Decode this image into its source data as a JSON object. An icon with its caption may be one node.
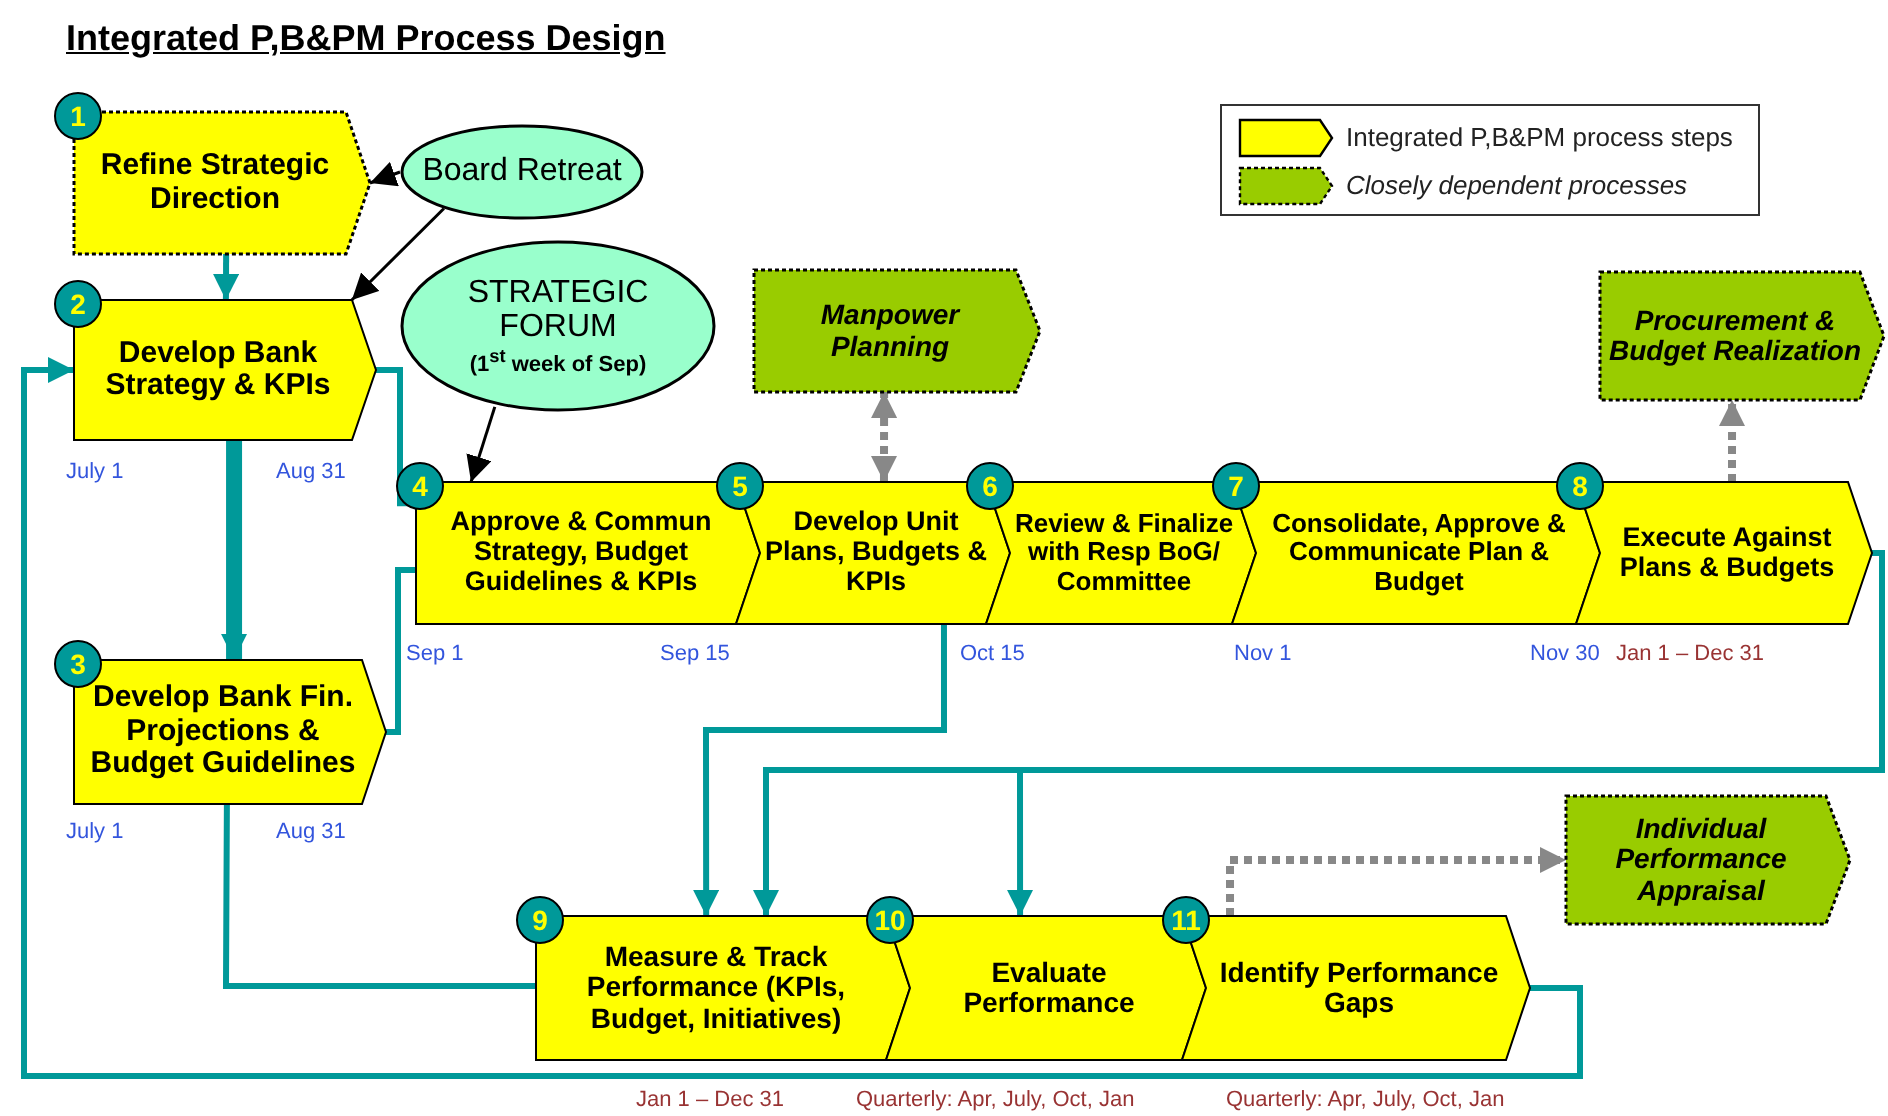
{
  "diagram": {
    "title": "Integrated P,B&PM Process Design",
    "nodes": [
      {
        "text": [
          "1",
          "Refine Strategic Direction"
        ]
      },
      {
        "text": [
          "Board Retreat"
        ]
      },
      {
        "text": [
          "2",
          "Develop Bank Strategy & KPIs"
        ],
        "beside": [
          "July 1",
          "Aug 31"
        ]
      },
      {
        "text": [
          "STRATEGIC FORUM",
          "(1$^{st}$ week of Sep)"
        ]
      },
      {
        "text": [
          "Manpower Planning"
        ]
      },
      {
        "text": [
          "3",
          "Develop Bank Fin. Projections & Budget Guidelines"
        ],
        "beside": [
          "July 1",
          "Aug 31"
        ]
      },
      {
        "text": [
          "4",
          "Approve & Commun Strategy, Budget Guidelines & KPIs"
        ],
        "beside": [
          "Sep 1",
          "Sep 15"
        ]
      },
      {
        "text": [
          "5",
          "Develop Unit Plans, Budgets & KPIs"
        ]
      },
      {
        "text": [
          "6",
          "Review & Finalize with Resp BoG/ Committee"
        ],
        "beside": [
          "Oct 15"
        ]
      },
      {
        "text": [
          "7",
          "Consolidate, Approve & Communicate Plan & Budget"
        ],
        "beside": [
          "Nov 1",
          "Nov 30"
        ]
      },
      {
        "text": [
          "Procurement & Budget Realization"
        ]
      },
      {
        "text": [
          "8",
          "Execute Against Plans & Budgets"
        ],
        "beside": [
          "Jan 1 – Dec 31"
        ]
      },
      {
        "text": [
          "Individual Performance Appraisal"
        ]
      },
      {
        "text": [
          "9",
          "Measure & Track Performance (KPIs, Budget, Initiatives)"
        ],
        "beside": [
          "Jan 1 – Dec 31"
        ]
      },
      {
        "text": [
          "10",
          "Evaluate Performance"
        ],
        "beside": [
          "Quarterly: Apr, July, Oct, Jan"
        ]
      },
      {
        "text": [
          "11",
          "Identify Performance Gaps"
        ],
        "beside": [
          "Quarterly: Apr, July, Oct, Jan"
        ]
      }
    ],
    "edges": [
      {
        "from": 1,
        "to": 0,
        "arrow": "to",
        "color": "#000000"
      },
      {
        "from": 1,
        "to": 2,
        "arrow": "to",
        "color": "#000000"
      },
      {
        "from": 0,
        "to": 2,
        "arrow": "to"
      },
      {
        "from": 3,
        "to": 6,
        "arrow": "to",
        "color": "#000000"
      },
      {
        "from": 2,
        "to": 5,
        "arrow": "to",
        "style": "thick"
      },
      {
        "from": 2,
        "to": 6,
        "arrow": "none"
      },
      {
        "from": 5,
        "to": 6,
        "arrow": "none"
      },
      {
        "from": 7,
        "to": 4,
        "arrow": "both",
        "style": "dashed",
        "color": "#888888"
      },
      {
        "from": 11,
        "to": 10,
        "arrow": "to",
        "style": "dashed",
        "color": "#888888"
      },
      {
        "from": 7,
        "to": 13,
        "arrow": "to"
      },
      {
        "from": 11,
        "to": 13,
        "arrow": "to"
      },
      {
        "from": 11,
        "to": 14,
        "arrow": "to"
      },
      {
        "from": 5,
        "to": 13,
        "arrow": "none"
      },
      {
        "from": 15,
        "to": 2,
        "arrow": "to"
      },
      {
        "from": 15,
        "to": 12,
        "arrow": "to",
        "style": "dashed",
        "color": "#888888"
      }
    ],
    "legend": [
      {
        "text": "Integrated P,B&PM process steps",
        "color": "#ffff00"
      },
      {
        "text": "Closely dependent processes",
        "color": "#99cc00"
      }
    ]
  }
}
